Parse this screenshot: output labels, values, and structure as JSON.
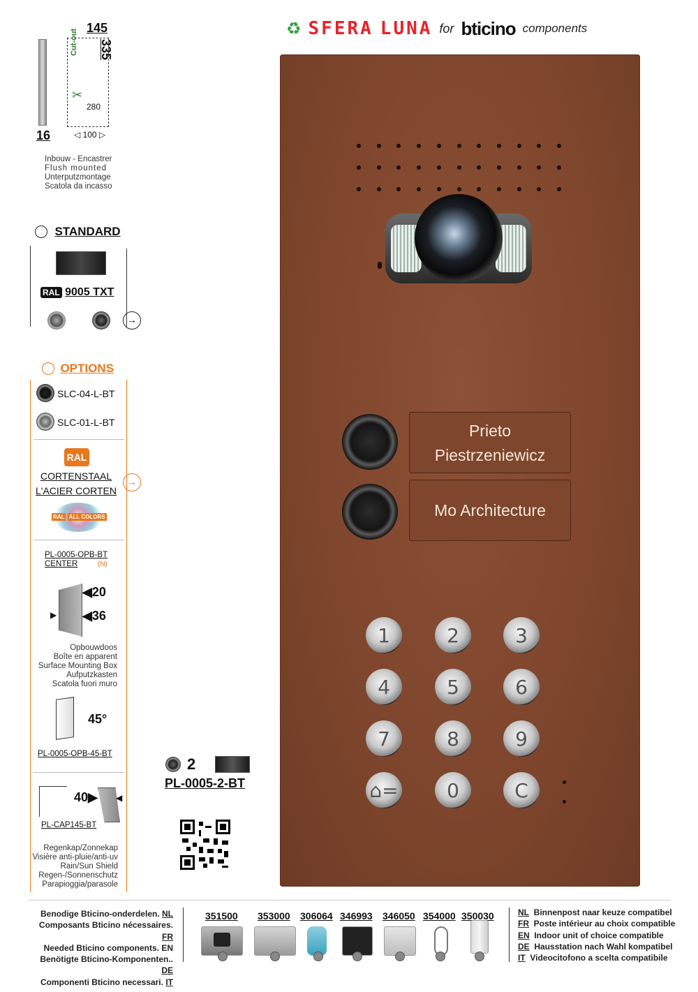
{
  "header": {
    "brand_sfera": "SFERA",
    "brand_luna": "LUNA",
    "brand_for": "for",
    "brand_bticino": "bticino",
    "brand_components": "components"
  },
  "dimensions": {
    "width_top": "145",
    "height_right": "335",
    "depth": "16",
    "cutout_label": "Cut-out",
    "cutout_height": "280",
    "cutout_width": "100"
  },
  "flush_mount": [
    "Inbouw - Encastrer",
    "Flush mounted",
    "Unterputzmontage",
    "Scatola da incasso"
  ],
  "standard": {
    "label": "STANDARD",
    "ral_badge": "RAL",
    "ral_code": "9005 TXT"
  },
  "options": {
    "label": "OPTIONS",
    "items": [
      "SLC-04-L-BT",
      "SLC-01-L-BT"
    ],
    "ral_badge": "RAL",
    "corten_nl": "CORTENSTAAL",
    "corten_fr": "L'ACIER CORTEN",
    "all_colors_ral": "RAL",
    "all_colors": "ALL COLORS",
    "opb_code": "PL-0005-OPB-BT",
    "opb_center": "CENTER",
    "opb_n": "(N)",
    "opb_dim1": "20",
    "opb_dim2": "36",
    "surface_mount": [
      "Opbouwdoos",
      "Boîte en apparent",
      "Surface Mounting Box",
      "Aufputzkasten",
      "Scatola fuori muro"
    ],
    "angle": "45°",
    "opb45_code": "PL-0005-OPB-45-BT",
    "cap_dim": "40",
    "cap_code": "PL-CAP145-BT",
    "rain_shield": [
      "Regenkap/Zonnekap",
      "Visière anti-pluie/anti-uv",
      "Rain/Sun Shield",
      "Regen-/Sonnenschutz",
      "Parapioggia/parasole"
    ]
  },
  "product": {
    "button_count": "2",
    "code": "PL-0005-2-BT"
  },
  "panel": {
    "name_1_line1": "Prieto",
    "name_1_line2": "Piestrzeniewicz",
    "name_2": "Mo Architecture",
    "keys": [
      "1",
      "2",
      "3",
      "4",
      "5",
      "6",
      "7",
      "8",
      "9",
      "⌂=",
      "0",
      "C"
    ]
  },
  "required_components": {
    "lines": [
      {
        "text": "Benodige  Bticino-onderdelen.",
        "lang": "NL"
      },
      {
        "text": "Composants Bticino nécessaires.",
        "lang": "FR"
      },
      {
        "text": "Needed Bticino components.",
        "lang": "EN"
      },
      {
        "text": "Benötigte Bticino-Komponenten..",
        "lang": "DE"
      },
      {
        "text": "Componenti Bticino necessari.",
        "lang": "IT"
      }
    ],
    "codes": [
      "351500",
      "353000",
      "306064",
      "346993",
      "346050",
      "354000",
      "350030"
    ]
  },
  "indoor_units": [
    {
      "lang": "NL",
      "text": "Binnenpost naar keuze compatibel"
    },
    {
      "lang": "FR",
      "text": "Poste intérieur au choix compatible"
    },
    {
      "lang": "EN",
      "text": "Indoor unit of choice compatible"
    },
    {
      "lang": "DE",
      "text": "Hausstation nach Wahl kompatibel"
    },
    {
      "lang": "IT",
      "text": "Videocitofono a scelta compatibile"
    }
  ],
  "colors": {
    "panel": "#7d452c",
    "accent_orange": "#e8781e",
    "brand_red": "#e8232a"
  }
}
